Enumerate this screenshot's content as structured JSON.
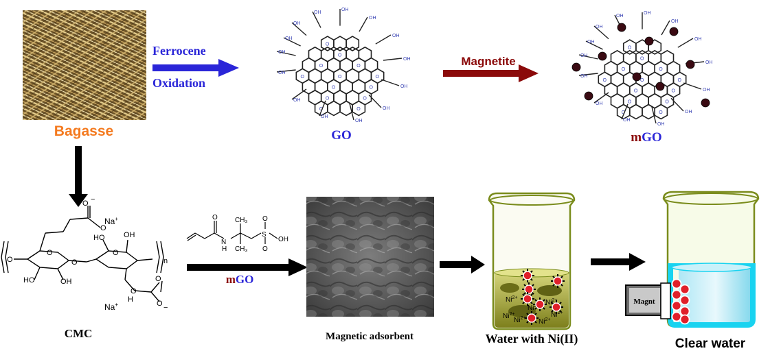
{
  "top": {
    "bagasse_label": "Bagasse",
    "arrow1_line1": "Ferrocene",
    "arrow1_line2": "Oxidation",
    "go_label": "GO",
    "arrow2_label": "Magnetite",
    "mgo_label_m": "m",
    "mgo_label_go": "GO"
  },
  "bottom": {
    "cmc_label": "CMC",
    "na1": "Na",
    "na2": "Na",
    "reagent_label_m": "m",
    "reagent_label_go": "GO",
    "adsorbent_label": "Magnetic adsorbent",
    "water_ni_label": "Water with Ni(II)",
    "clear_water_label": "Clear water",
    "magnet_label": "Magnt",
    "ni_ion": "Ni",
    "ni_charge": "2+"
  },
  "colors": {
    "orange": "#f47a1f",
    "blue": "#2a25d8",
    "darkred": "#8b0a0a",
    "black": "#000000",
    "go_node": "#222222",
    "oh_text": "#3d47b6",
    "beaker_outline": "#7a8c1c",
    "ni_liquid": "#a3a63a",
    "clear_liquid": "#19d3f0"
  }
}
